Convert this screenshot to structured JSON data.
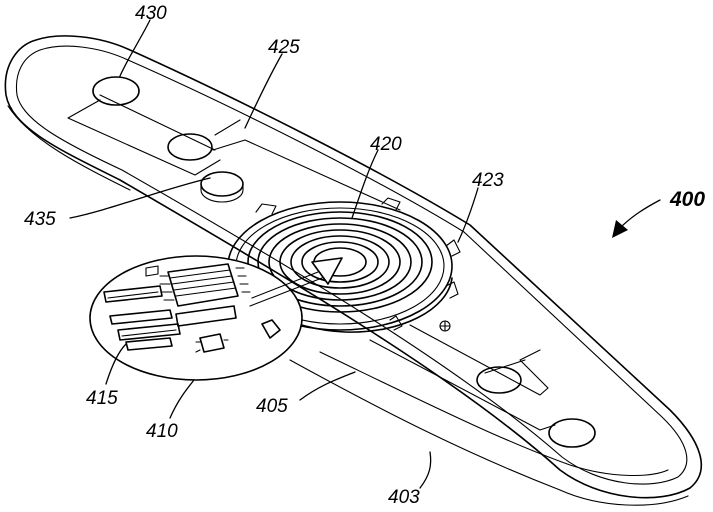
{
  "figure": {
    "number_label": "400"
  },
  "labels": {
    "ref_430": "430",
    "ref_425": "425",
    "ref_420": "420",
    "ref_423": "423",
    "ref_435": "435",
    "ref_415": "415",
    "ref_410": "410",
    "ref_405": "405",
    "ref_403": "403"
  }
}
